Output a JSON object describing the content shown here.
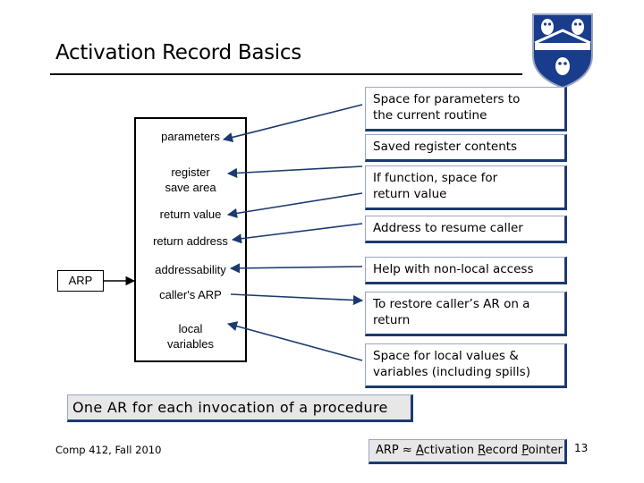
{
  "title": "Activation Record Basics",
  "record_slots": {
    "parameters": "parameters",
    "register_save_1": "register",
    "register_save_2": "save area",
    "return_value": "return value",
    "return_address": "return address",
    "addressability": "addressability",
    "callers_arp": "caller's ARP",
    "local_variables_1": "local",
    "local_variables_2": "variables"
  },
  "arp_label": "ARP",
  "notes": [
    {
      "line1": "Space for parameters to",
      "line2": "the current routine"
    },
    {
      "line1": "Saved register contents",
      "line2": ""
    },
    {
      "line1": "If function, space for",
      "line2": "return value"
    },
    {
      "line1": "Address to resume caller",
      "line2": ""
    },
    {
      "line1": "Help with non-local access",
      "line2": ""
    },
    {
      "line1": "To restore caller’s AR on a",
      "line2": "return"
    },
    {
      "line1": "Space for local values &",
      "line2": "variables (including spills)"
    }
  ],
  "banner": "One AR for each invocation of a procedure",
  "footer": "Comp 412, Fall 2010",
  "definition": {
    "prefix": "ARP ≈ ",
    "a": "A",
    "a_rest": "ctivation ",
    "r": "R",
    "r_rest": "ecord ",
    "p": "P",
    "p_rest": "ointer"
  },
  "page_number": "13",
  "colors": {
    "arrow": "#1c3a70",
    "callout_border": "#1c3a70",
    "banner_fill": "#e7e7e7",
    "logo_blue": "#1a3c8c"
  },
  "icons": [
    "university-crest-icon"
  ]
}
